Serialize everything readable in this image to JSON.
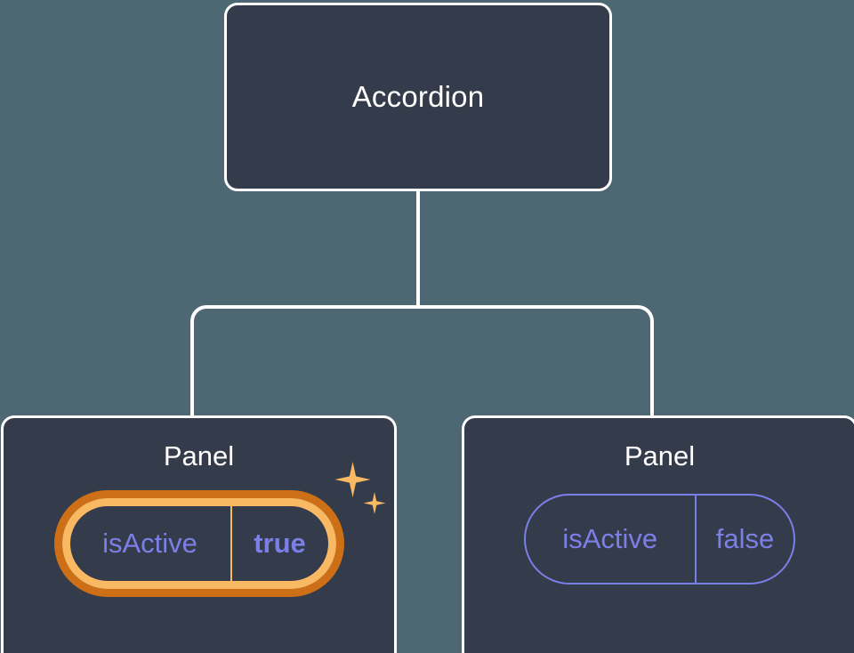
{
  "diagram": {
    "type": "component-tree",
    "background_color": "#4d6873",
    "node_fill_color": "#343b4a",
    "node_border_color": "#ffffff",
    "connector_color": "#ffffff",
    "highlight_outer_color": "#cc6f16",
    "highlight_inner_color": "#f9b963",
    "prop_text_color": "#7b7fe8",
    "root": {
      "label": "Accordion"
    },
    "children": [
      {
        "label": "Panel",
        "highlighted": true,
        "prop": {
          "key": "isActive",
          "value": "true"
        },
        "sparkles": [
          "sparkle-large-icon",
          "sparkle-small-icon"
        ]
      },
      {
        "label": "Panel",
        "highlighted": false,
        "prop": {
          "key": "isActive",
          "value": "false"
        }
      }
    ]
  }
}
